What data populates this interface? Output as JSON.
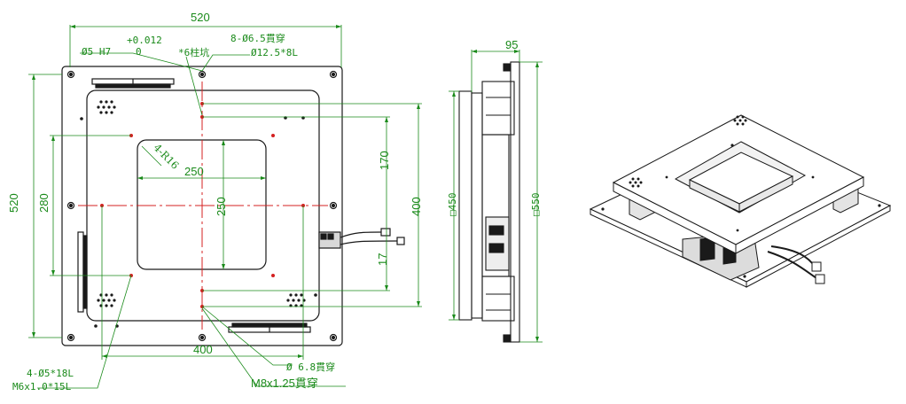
{
  "top_view": {
    "dim_width_top": "520",
    "dim_left_height": "520",
    "dim_inner_280": "280",
    "dim_hole_250_h": "250",
    "dim_hole_250_v": "250",
    "dim_170": "170",
    "dim_17": "17",
    "dim_400_right": "400",
    "dim_400_bottom": "400",
    "radius_label": "4-R16",
    "note_tolerance_plus": "+0.012",
    "note_tolerance_zero": "0",
    "note_pin_hole": "Ø5 H7",
    "note_thru_holes": "8-Ø6.5貫穿",
    "note_counterbore_count": "*6柱坑",
    "note_counterbore_size": "Ø12.5*8L",
    "note_bottom_holes_1": "4-Ø5*18L",
    "note_bottom_holes_2": "M6x1.0*15L",
    "note_thru_68": "Ø 6.8貫穿",
    "note_m8": "M8x1.25貫穿"
  },
  "side_view": {
    "dim_thickness": "95",
    "dim_square_450": "□450",
    "dim_square_550": "□550"
  },
  "colors": {
    "outline": "#1a1a1a",
    "dimension": "#1a8a1a",
    "centerline": "#d42020"
  }
}
